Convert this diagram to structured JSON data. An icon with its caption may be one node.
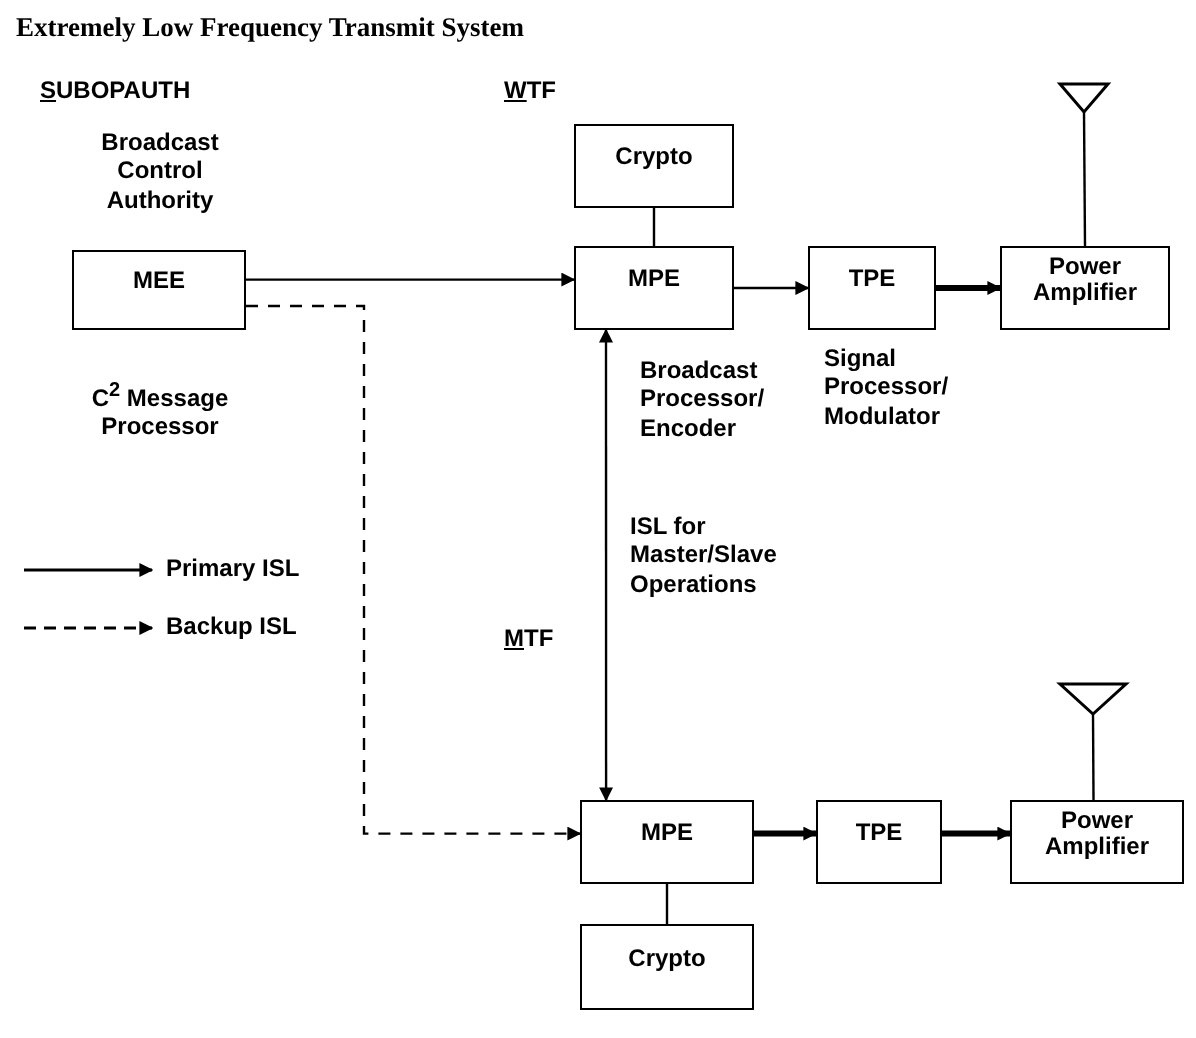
{
  "diagram": {
    "title": "Extremely Low Frequency Transmit System",
    "nodes": [
      {
        "text": [
          "MEE"
        ],
        "beside": [
          "Broadcast Control Authority",
          "C$^{2}$ Message Processor"
        ]
      },
      {
        "text": [
          "Crypto"
        ]
      },
      {
        "text": [
          "MPE"
        ],
        "beside": [
          "Broadcast Processor/ Encoder"
        ]
      },
      {
        "text": [
          "TPE"
        ],
        "beside": [
          "Signal Processor/ Modulator"
        ]
      },
      {
        "text": [
          "Power Amplifier"
        ]
      },
      {
        "text": [],
        "shape": "antenna"
      },
      {
        "text": [
          "MPE"
        ]
      },
      {
        "text": [
          "TPE"
        ]
      },
      {
        "text": [
          "Power Amplifier"
        ]
      },
      {
        "text": [],
        "shape": "antenna"
      },
      {
        "text": [
          "Crypto"
        ]
      }
    ],
    "edges": [
      {
        "from": 0,
        "to": 2,
        "arrow": "to"
      },
      {
        "from": 0,
        "to": 6,
        "arrow": "to",
        "style": "dashed"
      },
      {
        "from": 2,
        "to": 6,
        "arrow": "both",
        "label": "ISL for Master/Slave Operations"
      },
      {
        "from": 1,
        "to": 2,
        "arrow": "none"
      },
      {
        "from": 2,
        "to": 3,
        "arrow": "to"
      },
      {
        "from": 3,
        "to": 4,
        "arrow": "to",
        "style": "thick"
      },
      {
        "from": 4,
        "to": 5,
        "arrow": "none"
      },
      {
        "from": 6,
        "to": 7,
        "arrow": "to",
        "style": "thick"
      },
      {
        "from": 7,
        "to": 8,
        "arrow": "to",
        "style": "thick"
      },
      {
        "from": 8,
        "to": 9,
        "arrow": "none"
      },
      {
        "from": 6,
        "to": 10,
        "arrow": "none"
      }
    ],
    "labels": [
      "SUBOPAUTH",
      "WTF",
      "MTF"
    ],
    "legend": [
      {
        "text": "Primary ISL"
      },
      {
        "text": "Backup ISL"
      }
    ]
  }
}
